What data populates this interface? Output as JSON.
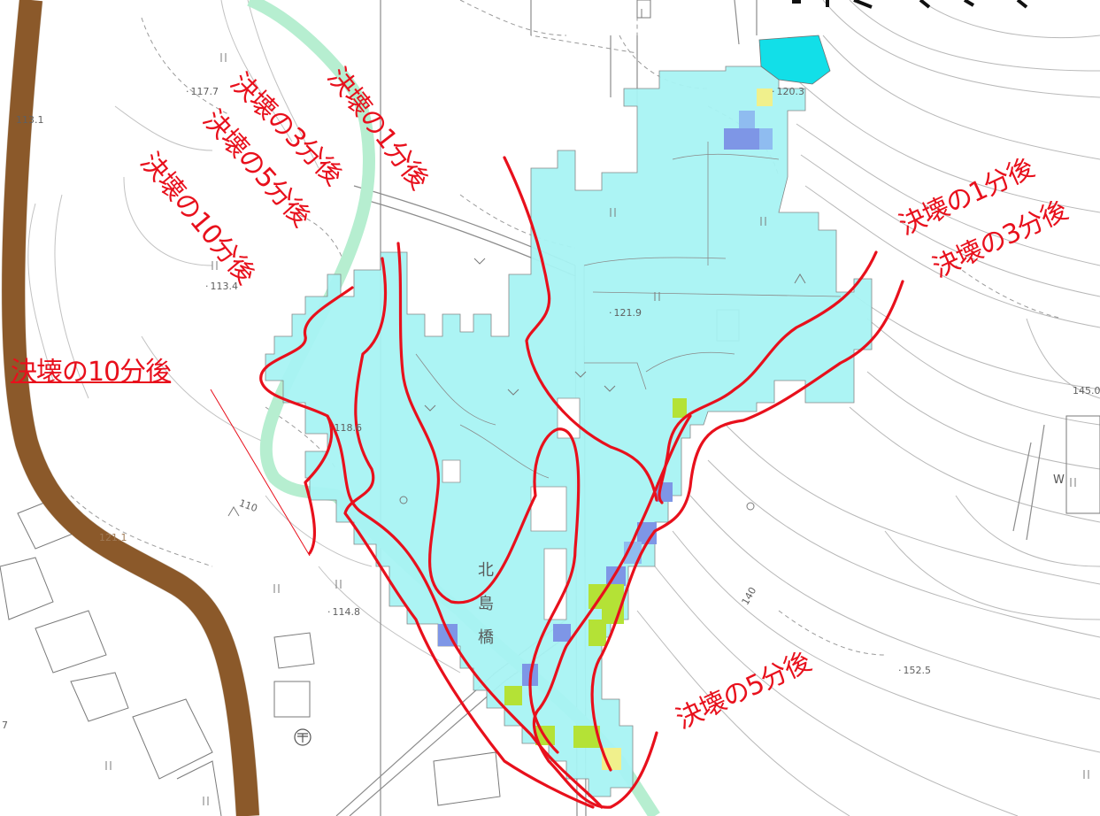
{
  "labels": {
    "one_min_top": "決壊の1分後",
    "three_min_left": "決壊の3分後",
    "five_min_left": "決壊の5分後",
    "ten_min_left": "決壊の10分後",
    "ten_min_callout": "決壊の10分後",
    "one_min_right": "決壊の1分後",
    "three_min_right": "決壊の3分後",
    "five_min_bottom": "決壊の5分後"
  },
  "elevations": {
    "e117_7": "117.7",
    "e113_1": "113.1",
    "e113_4": "113.4",
    "e118_6": "118.6",
    "e121_9": "121.9",
    "e120_3": "120.3",
    "e114_8": "114.8",
    "e145_0": "145.0",
    "e152_5": "152.5",
    "e121_1": "121.1",
    "c110": "110",
    "c140": "140",
    "e7": "7"
  },
  "place_name": [
    "北",
    "島",
    "橋"
  ],
  "symbols": {
    "w_mark": "W"
  },
  "colors": {
    "flood_shallow": "#a8f4f4",
    "flood_water": "#12dfe8",
    "flood_deep": "#7e96e6",
    "flood_mid": "#8fbcf0",
    "flood_green": "#b4e236",
    "flood_yellow": "#f0f08c",
    "river": "#b6eed0",
    "road": "#9b6330",
    "front_line": "#e8101c"
  },
  "icons": {
    "post_office": "post-office-icon"
  }
}
